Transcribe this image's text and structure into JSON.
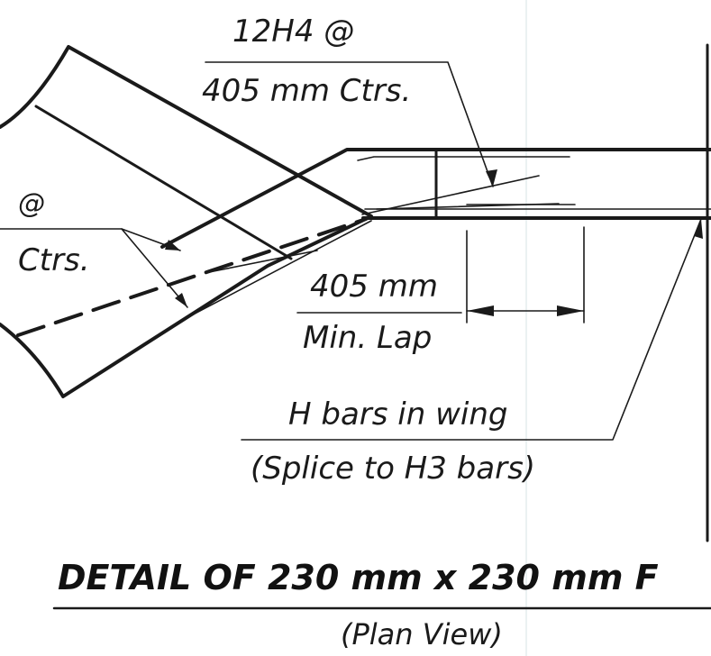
{
  "labels": {
    "bar_callout_top": "12H4 @",
    "bar_callout_bottom": "405 mm Ctrs.",
    "left_callout_top": "@",
    "left_callout_bottom": "Ctrs.",
    "lap_value": "405 mm",
    "lap_caption": "Min. Lap",
    "wing_bars": "H bars in wing",
    "wing_splice": "(Splice to H3 bars)"
  },
  "title": {
    "main": "DETAIL OF 230 mm x 230 mm F",
    "view": "(Plan View)"
  },
  "colors": {
    "ink": "#1a1a1a",
    "paper": "#ffffff"
  }
}
